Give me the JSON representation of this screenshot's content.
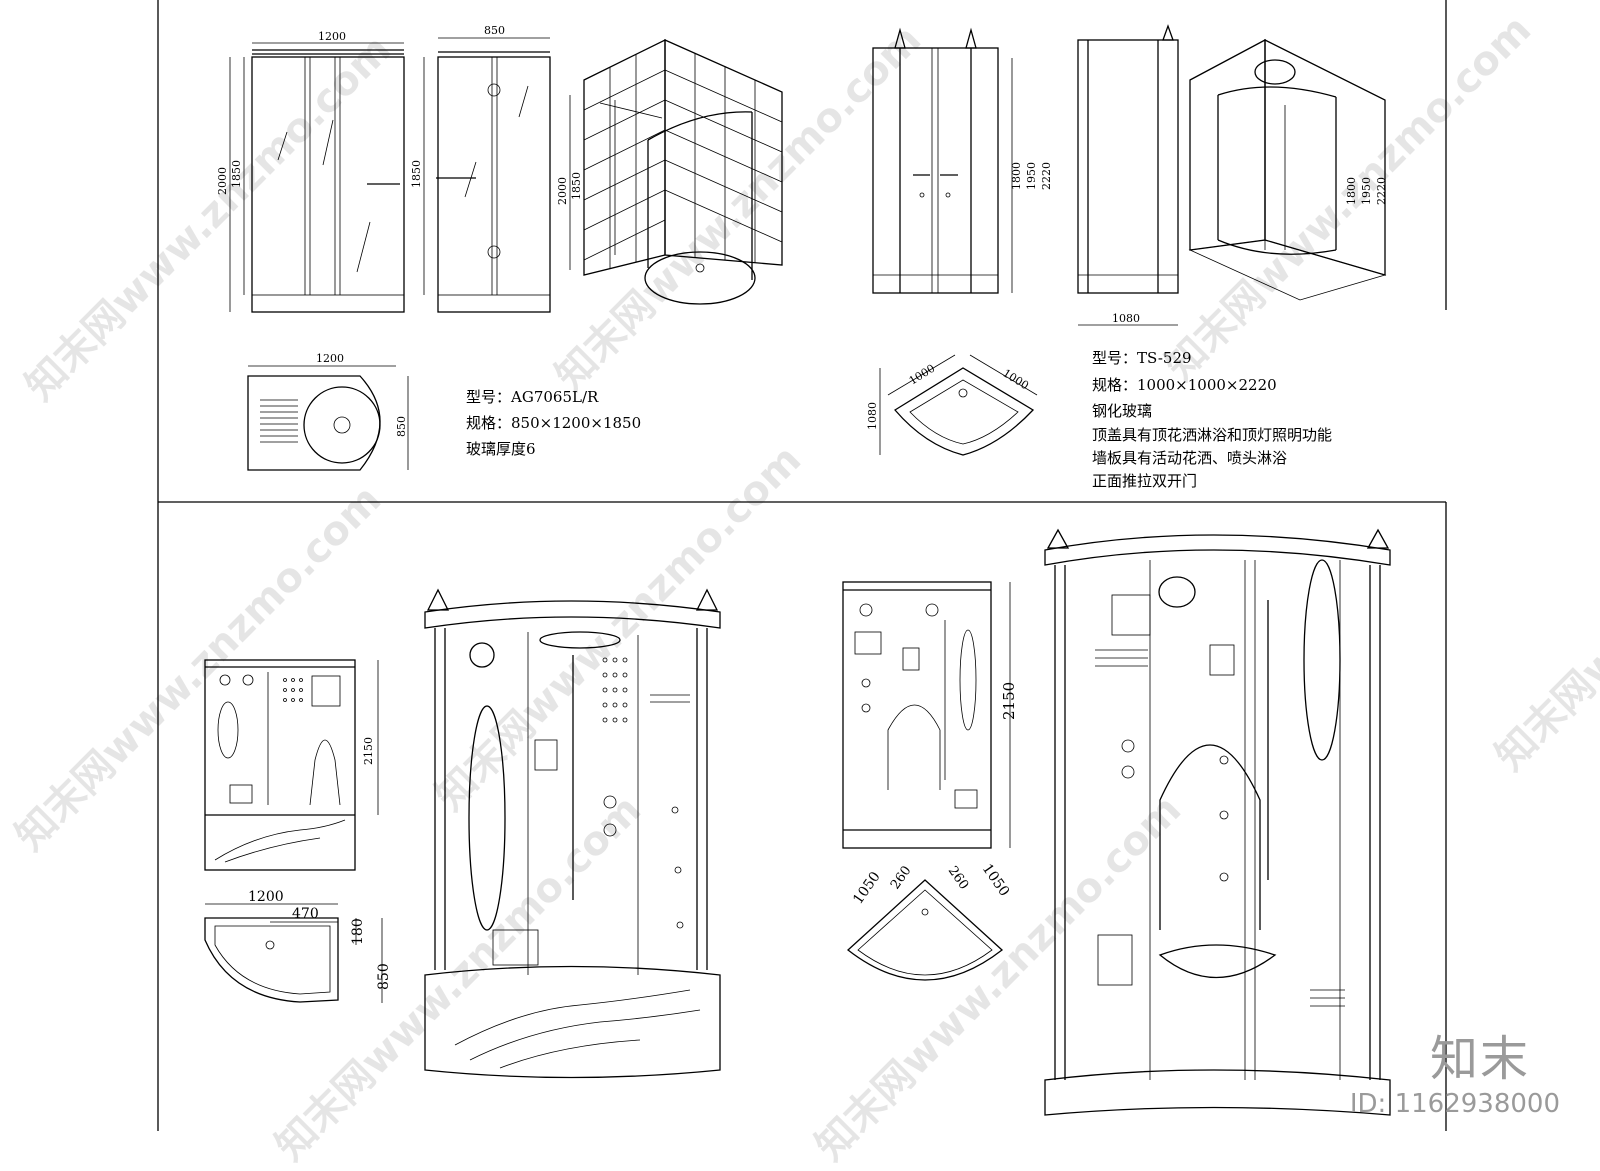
{
  "watermark": {
    "text": "知末网www.znzmo.com"
  },
  "brand": {
    "logo_text": "知末",
    "id_label": "ID: 1162938000"
  },
  "model_1": {
    "title": "型号：AG7065L/R",
    "size": "规格：850×1200×1850",
    "glass": "玻璃厚度6",
    "dims": {
      "front_width": "1200",
      "front_height_outer": "2000",
      "front_height_inner": "1850",
      "side_width": "850",
      "side_height": "1850",
      "iso_h_outer": "2000",
      "iso_h_inner": "1850",
      "plan_width": "1200",
      "plan_depth": "850"
    }
  },
  "model_2": {
    "title": "型号：TS-529",
    "size": "规格：1000×1000×2220",
    "features": [
      "钢化玻璃",
      "顶盖具有顶花洒淋浴和顶灯照明功能",
      "墙板具有活动花洒、喷头淋浴",
      "正面推拉双开门"
    ],
    "dims": {
      "h1": "1800",
      "h2": "1950",
      "h3": "2220",
      "side_width": "1080",
      "iso_h1": "1800",
      "iso_h2": "1950",
      "iso_h3": "2220",
      "plan_a": "1000",
      "plan_b": "1000",
      "plan_c": "1080"
    }
  },
  "model_3": {
    "dims": {
      "height": "2150",
      "plan_width": "1200",
      "plan_offset": "470",
      "plan_inset": "180",
      "plan_depth": "850"
    }
  },
  "model_4": {
    "dims": {
      "height": "2150",
      "plan_a": "1050",
      "plan_b": "260",
      "plan_c": "260",
      "plan_d": "1050"
    }
  }
}
